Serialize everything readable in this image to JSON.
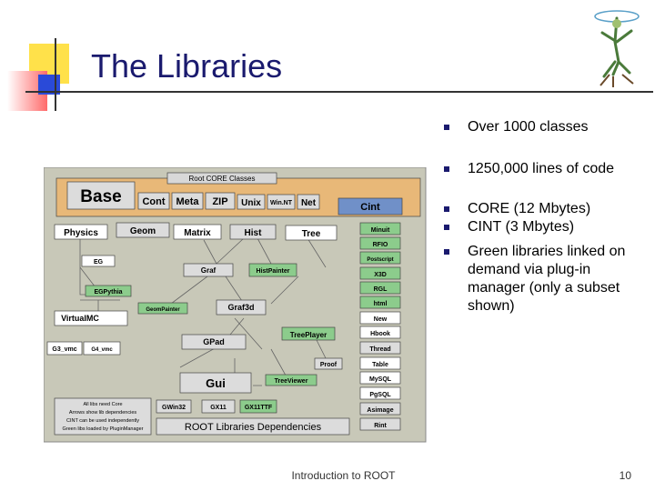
{
  "slide": {
    "title": "The Libraries",
    "bullets": [
      "Over 1000 classes",
      "1250,000 lines of code",
      "CORE (12 Mbytes)",
      "CINT (3 Mbytes)",
      "Green libraries linked on demand via plug-in manager (only a subset shown)"
    ],
    "footer": "Introduction to ROOT",
    "page_number": "10"
  },
  "logo": {
    "icon": "root-tree-logo-icon"
  },
  "diagram": {
    "core_label": "Root CORE Classes",
    "base": "Base",
    "core_modules": [
      "Cont",
      "Meta",
      "ZIP",
      "Unix",
      "Win.NT",
      "Net"
    ],
    "cint": "Cint",
    "physics": "Physics",
    "geom": "Geom",
    "matrix": "Matrix",
    "hist": "Hist",
    "tree": "Tree",
    "eg": "EG",
    "egpythia": "EGPythia",
    "graf": "Graf",
    "histpainter": "HistPainter",
    "geompainter": "GeomPainter",
    "graf3d": "Graf3d",
    "virtualmc": "VirtualMC",
    "g3_vmc": "G3_vmc",
    "g4_vmc": "G4_vmc",
    "gpad": "GPad",
    "treeplayer": "TreePlayer",
    "proof": "Proof",
    "gui": "Gui",
    "treeviewer": "TreeViewer",
    "gwin32": "GWin32",
    "gx11": "GX11",
    "gx11ttf": "GX11TTF",
    "title_bar": "ROOT Libraries Dependencies",
    "right_column": [
      "Minuit",
      "RFIO",
      "Postscript",
      "X3D",
      "RGL",
      "html",
      "New",
      "Hbook",
      "Thread",
      "Table",
      "MySQL",
      "PgSQL",
      "Asimage",
      "Rint"
    ],
    "legend_lines": [
      "All libs need Core",
      "Arrows show lib dependencies",
      "CINT can be used independently",
      "Green libs loaded by PluginManager"
    ],
    "colors": {
      "frame": "#c8c8b8",
      "core_band": "#e8b878",
      "cint_box": "#7090c8",
      "green_lib": "#8ccc8c",
      "grey_box": "#dcdcdc",
      "slide_title": "#1a1a6e",
      "deco_yellow": "#ffe14a",
      "deco_red": "#ff6a6a",
      "deco_blue": "#2a4ad8"
    }
  }
}
